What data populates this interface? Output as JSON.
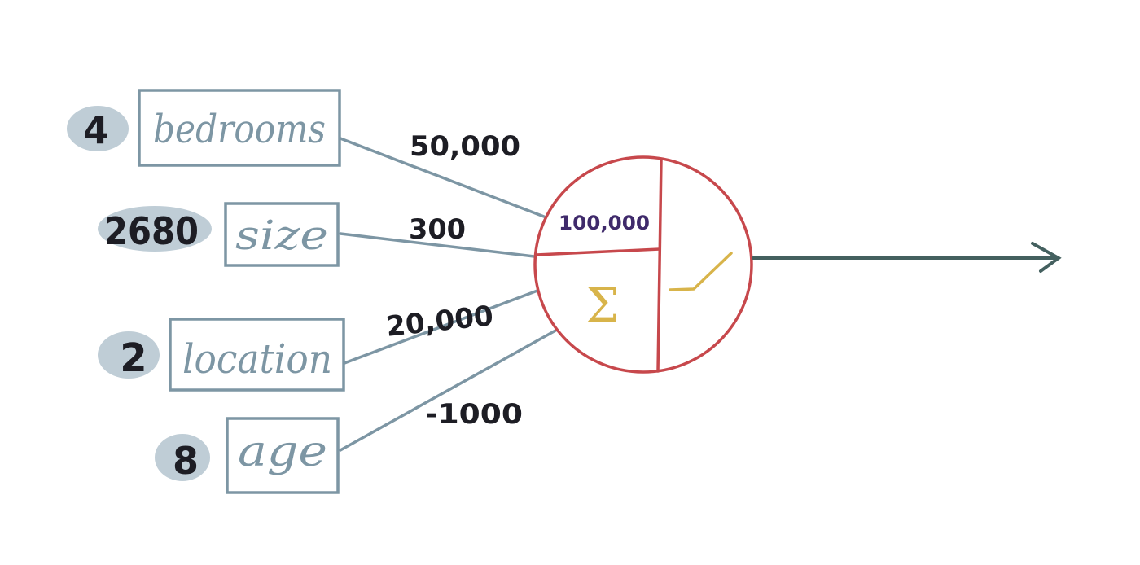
{
  "inputs": [
    {
      "value": "4",
      "feature": "bedrooms",
      "weight": "50,000"
    },
    {
      "value": "2680",
      "feature": "size",
      "weight": "300"
    },
    {
      "value": "2",
      "feature": "location",
      "weight": "20,000"
    },
    {
      "value": "8",
      "feature": "age",
      "weight": "-1000"
    }
  ],
  "neuron": {
    "bias": "100,000",
    "sum_symbol": "Σ",
    "activation_icon": "relu-icon"
  },
  "colors": {
    "feature_slate": "#7d96a4",
    "value_bubble": "#bfcdd6",
    "neuron_red": "#c7484c",
    "bias_purple": "#3f2a6b",
    "sigma_gold": "#d8b44a",
    "arrow_green": "#44605f"
  },
  "icons": {
    "output": "arrow-right-icon"
  }
}
